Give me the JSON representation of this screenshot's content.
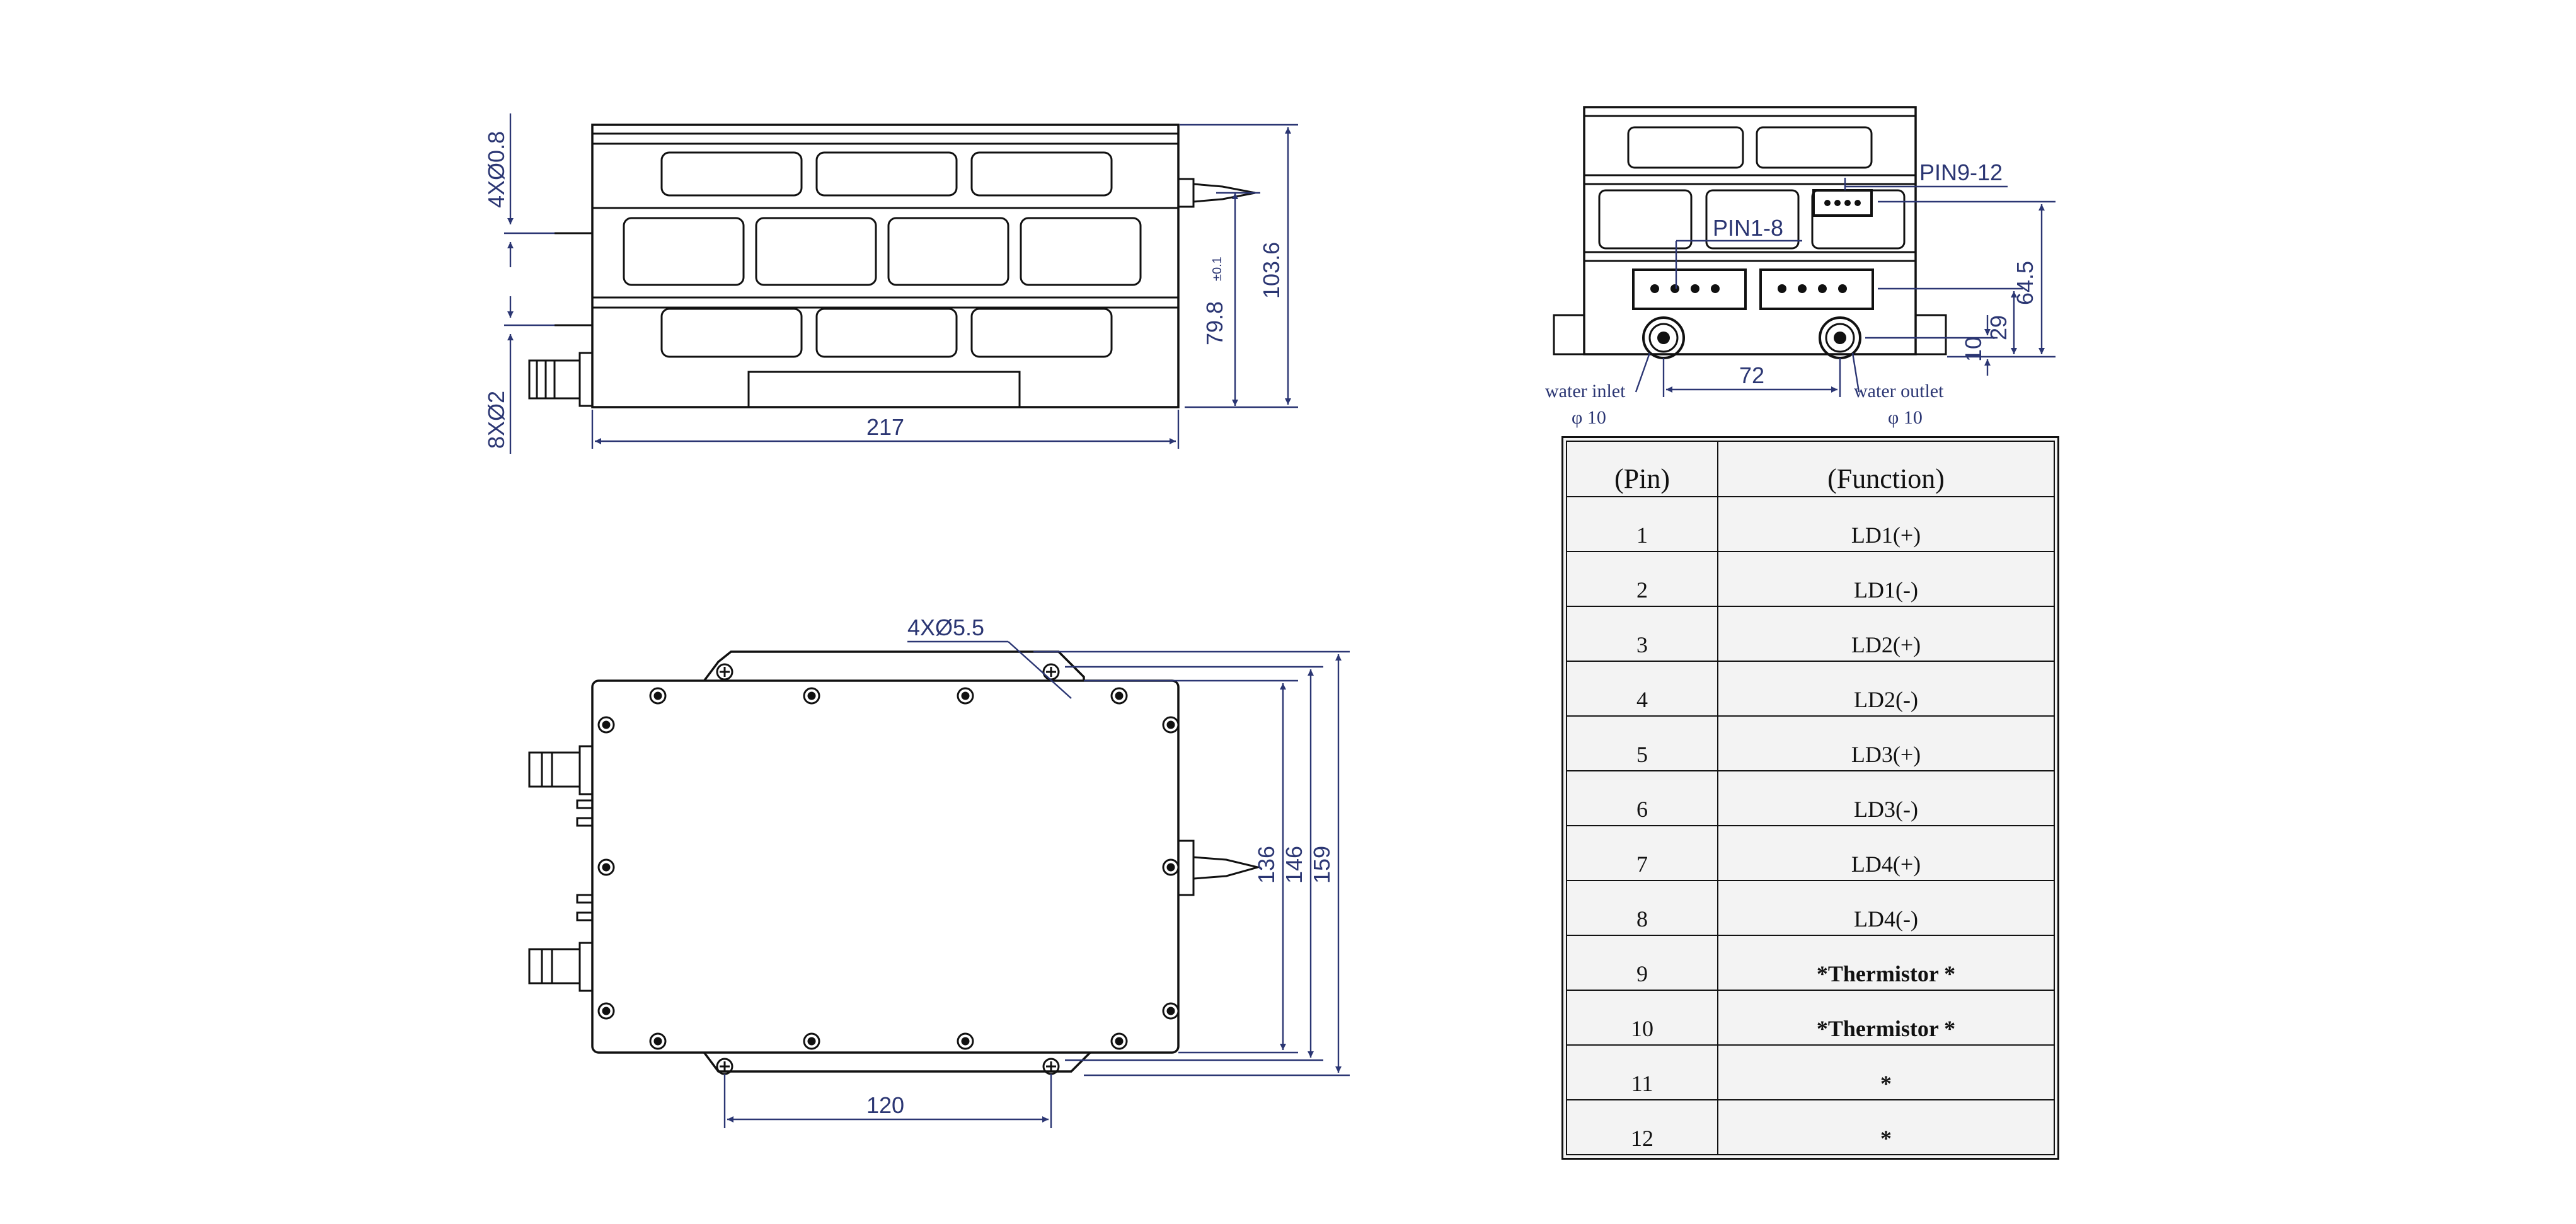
{
  "dimensions": {
    "top_view": {
      "pin_holes": "4XØ0.8",
      "connector_holes": "8XØ2",
      "width": "217",
      "height_inner": "79.8",
      "height_inner_tol": "±0.1",
      "height_total": "103.6"
    },
    "bottom_view": {
      "mount_holes": "4XØ5.5",
      "spacing": "120",
      "dim_136": "136",
      "dim_146": "146",
      "dim_159": "159"
    },
    "side_view": {
      "pin_group_a": "PIN9-12",
      "pin_group_b": "PIN1-8",
      "dim_72": "72",
      "dim_64_5": "64.5",
      "dim_29": "29",
      "dim_10": "10",
      "water_inlet": "water inlet",
      "water_outlet": "water outlet",
      "inlet_diameter": "φ 10",
      "outlet_diameter": "φ 10"
    }
  },
  "pin_table": {
    "headers": [
      "(Pin)",
      "(Function)"
    ],
    "rows": [
      {
        "pin": "1",
        "function": "LD1(+)"
      },
      {
        "pin": "2",
        "function": "LD1(-)"
      },
      {
        "pin": "3",
        "function": "LD2(+)"
      },
      {
        "pin": "4",
        "function": "LD2(-)"
      },
      {
        "pin": "5",
        "function": "LD3(+)"
      },
      {
        "pin": "6",
        "function": "LD3(-)"
      },
      {
        "pin": "7",
        "function": "LD4(+)"
      },
      {
        "pin": "8",
        "function": "LD4(-)"
      },
      {
        "pin": "9",
        "function": "*Thermistor *"
      },
      {
        "pin": "10",
        "function": "*Thermistor *"
      },
      {
        "pin": "11",
        "function": "*"
      },
      {
        "pin": "12",
        "function": "*"
      }
    ]
  }
}
